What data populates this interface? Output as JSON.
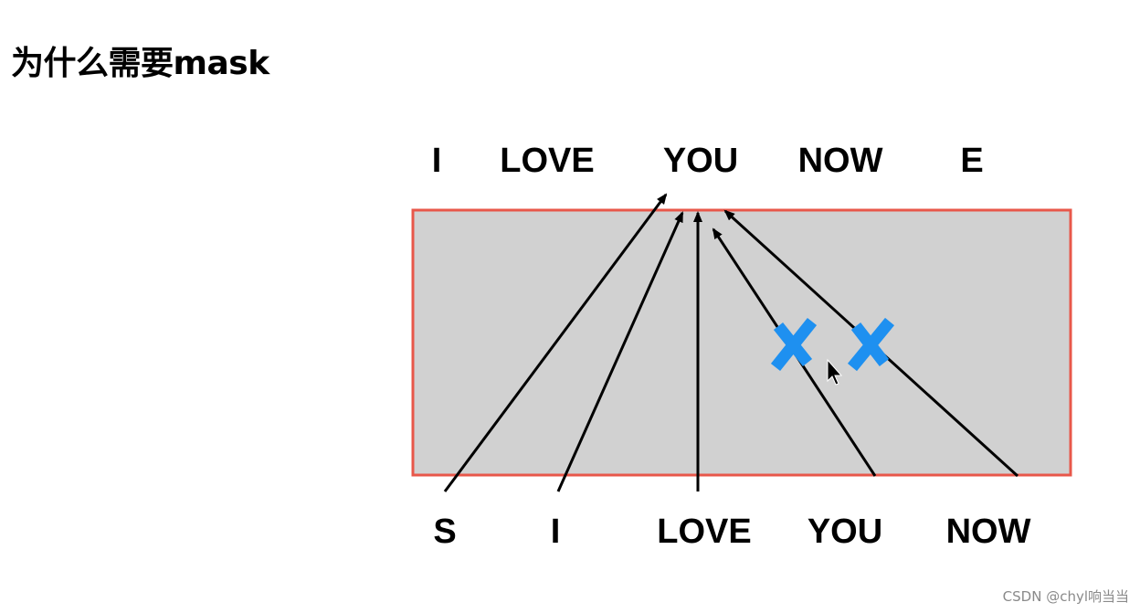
{
  "title": "为什么需要mask",
  "diagram": {
    "output_tokens": [
      "I",
      "LOVE",
      "YOU",
      "NOW",
      "E"
    ],
    "input_tokens": [
      "S",
      "I",
      "LOVE",
      "YOU",
      "NOW"
    ],
    "colors": {
      "box_fill": "#d1d1d1",
      "box_border": "#e8574a",
      "arrow": "#000000",
      "mask_cross": "#1e90f0"
    },
    "attention_target": "YOU",
    "connected_inputs": [
      "S",
      "I",
      "LOVE"
    ],
    "masked_inputs": [
      "YOU",
      "NOW"
    ],
    "icons": [
      "mask-cross-icon",
      "mask-cross-icon",
      "mouse-cursor-icon"
    ]
  },
  "watermark": "CSDN @chyl响当当"
}
